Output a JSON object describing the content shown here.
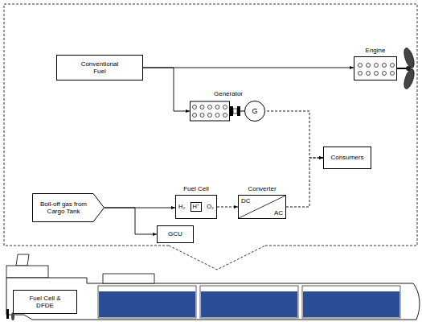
{
  "diagram": {
    "nodes": [
      {
        "text": [
          "Conventional Fuel"
        ]
      },
      {
        "text": [
          "Engine"
        ]
      },
      {
        "text": [
          "Generator",
          "G"
        ]
      },
      {
        "text": [
          "Consumers"
        ]
      },
      {
        "text": [
          "Boil-off gas from Cargo Tank"
        ]
      },
      {
        "text": [
          "Fuel Cell",
          "H₂",
          "H⁺",
          "O₂"
        ]
      },
      {
        "text": [
          "Converter",
          "DC",
          "AC"
        ]
      },
      {
        "text": [
          "GCU"
        ]
      },
      {
        "text": [
          "Fuel Cell & DFDE"
        ]
      }
    ],
    "edges": [
      {
        "from": 0,
        "to": 1,
        "arrow": "to"
      },
      {
        "from": 0,
        "to": 2,
        "arrow": "to"
      },
      {
        "from": 2,
        "to": 3,
        "arrow": "to"
      },
      {
        "from": 4,
        "to": 5,
        "arrow": "to"
      },
      {
        "from": 4,
        "to": 7,
        "arrow": "to"
      },
      {
        "from": 5,
        "to": 6,
        "arrow": "to"
      },
      {
        "from": 6,
        "to": 3,
        "arrow": "to"
      }
    ]
  }
}
